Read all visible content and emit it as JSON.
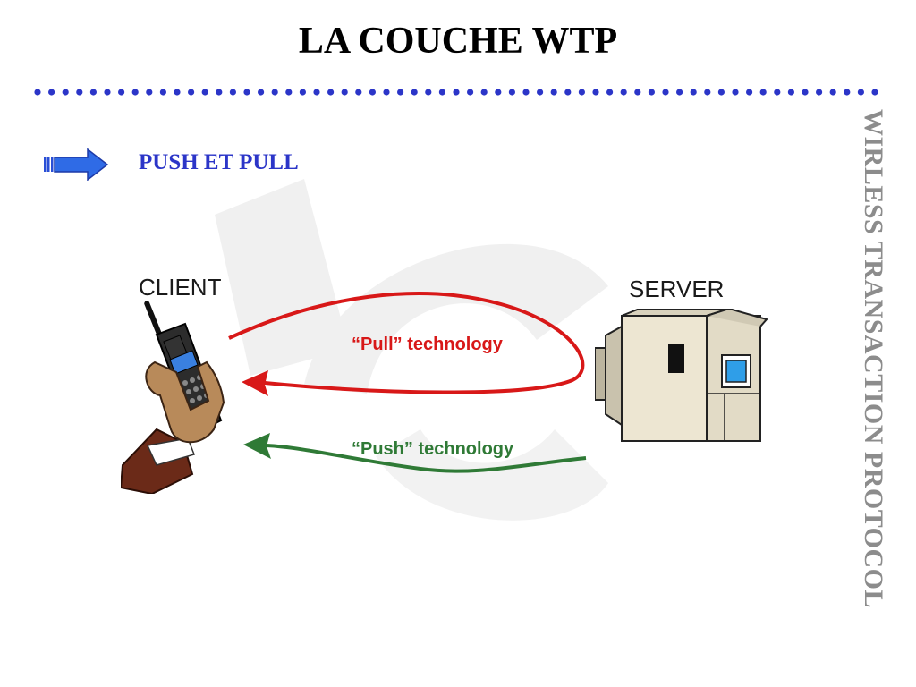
{
  "slide": {
    "title": "LA COUCHE WTP",
    "subtitle": "PUSH ET PULL",
    "side_text": "WIRLESS TRANSACTION PROTOCOL"
  },
  "diagram": {
    "client_label": "CLIENT",
    "server_label": "SERVER",
    "pull_label": "“Pull” technology",
    "push_label": "“Push” technology"
  },
  "icons": {
    "bullet": "blue-arrow-icon",
    "client": "mobile-phone-in-hand-icon",
    "server": "server-computer-icon"
  },
  "colors": {
    "title": "#000000",
    "subtitle": "#2b35c8",
    "side_text": "#8c8c8c",
    "dots": "#2b35c8",
    "pull": "#d81818",
    "push": "#2f7a36",
    "watermark": "#efefef"
  }
}
